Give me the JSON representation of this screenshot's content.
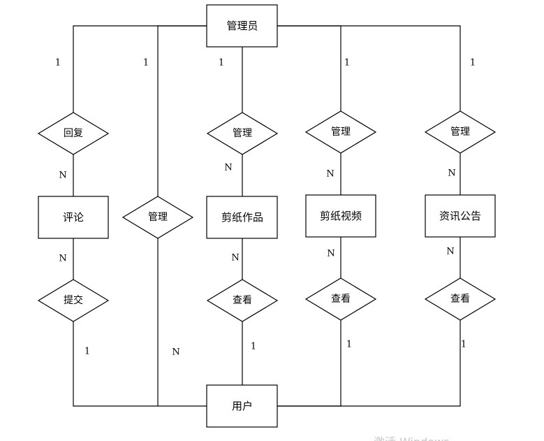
{
  "entities": {
    "admin": "管理员",
    "user": "用户",
    "comment": "评论",
    "paper_cut_work": "剪纸作品",
    "paper_cut_video": "剪纸视频",
    "news_notice": "资讯公告"
  },
  "relationships": {
    "reply": "回复",
    "submit": "提交",
    "manage_user": "管理",
    "manage_work": "管理",
    "manage_video": "管理",
    "manage_news": "管理",
    "view_work": "查看",
    "view_video": "查看",
    "view_news": "查看"
  },
  "cardinalities": {
    "admin_reply": "1",
    "reply_comment": "N",
    "comment_submit": "N",
    "submit_user": "1",
    "admin_manage_user": "1",
    "manage_user_user": "N",
    "admin_manage_work": "1",
    "manage_work_work": "N",
    "work_view": "N",
    "view_work_user": "1",
    "admin_manage_video": "1",
    "manage_video_video": "N",
    "video_view": "N",
    "view_video_user": "1",
    "admin_manage_news": "1",
    "manage_news_news": "N",
    "news_view": "N",
    "view_news_user": "1"
  },
  "watermark": "激活 Windows"
}
